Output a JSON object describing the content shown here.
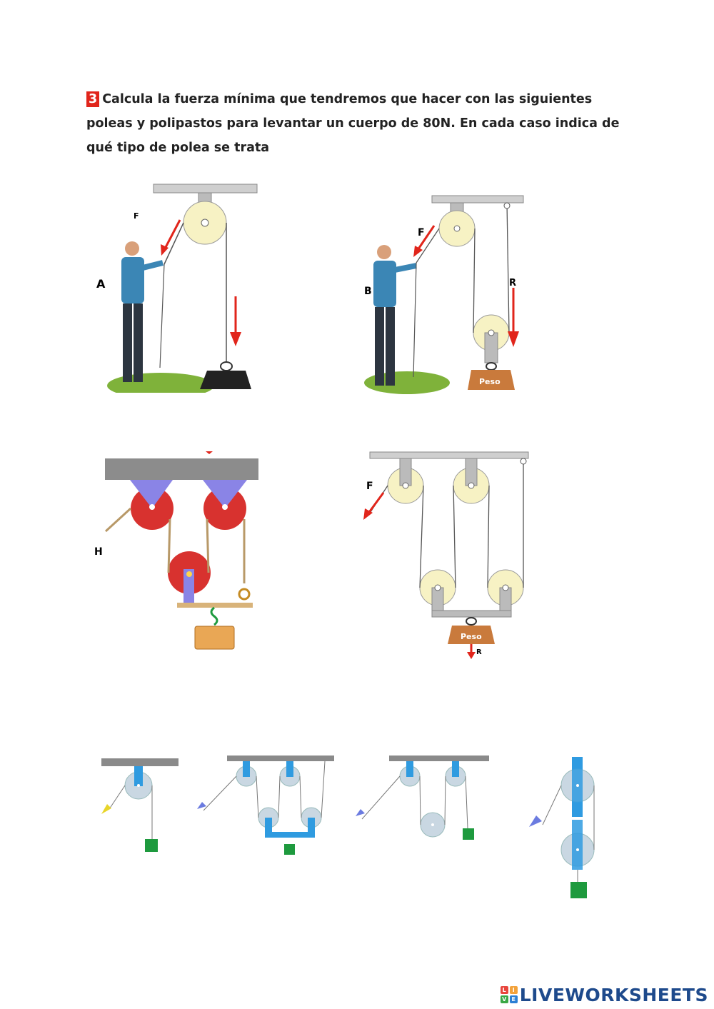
{
  "question": {
    "number": "3",
    "text": "Calcula la fuerza mínima que tendremos que hacer con las siguientes poleas y polipastos para levantar un cuerpo de 80N. En cada caso indica de qué tipo de polea se trata"
  },
  "figures": {
    "a": {
      "label": "A",
      "force_label": "F"
    },
    "b": {
      "label": "B",
      "force_label": "F",
      "resistance_label": "R",
      "weight_label": "Peso"
    },
    "h": {
      "label": "H"
    },
    "d": {
      "force_label": "F",
      "resistance_label": "R",
      "weight_label": "Peso"
    }
  },
  "brand": {
    "logo_letters": [
      "L",
      "I",
      "V",
      "E"
    ],
    "text": "LIVEWORKSHEETS"
  },
  "colors": {
    "accent_red": "#e1251b",
    "brand_blue": "#1e4a8c",
    "pulley_yellow": "#f7f2c4",
    "pulley_red": "#d8322f",
    "diagram_blue": "#2f9be0",
    "weight_green": "#1e9a3e"
  }
}
